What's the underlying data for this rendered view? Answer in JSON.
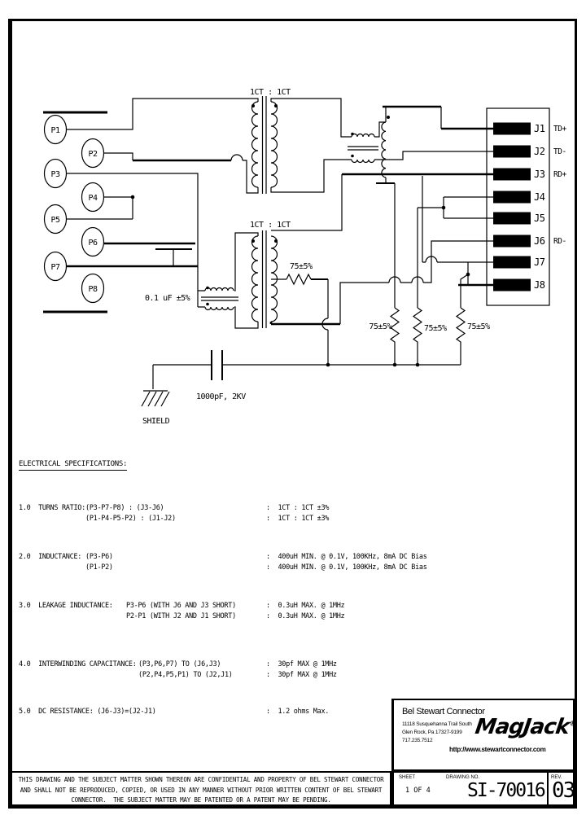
{
  "schematic": {
    "t1_label": "1CT : 1CT",
    "t2_label": "1CT : 1CT",
    "pins": [
      "P1",
      "P2",
      "P3",
      "P4",
      "P5",
      "P6",
      "P7",
      "P8"
    ],
    "jack_pins": [
      {
        "label": "J1",
        "signal": "TD+"
      },
      {
        "label": "J2",
        "signal": "TD-"
      },
      {
        "label": "J3",
        "signal": "RD+"
      },
      {
        "label": "J4",
        "signal": ""
      },
      {
        "label": "J5",
        "signal": ""
      },
      {
        "label": "J6",
        "signal": "RD-"
      },
      {
        "label": "J7",
        "signal": ""
      },
      {
        "label": "J8",
        "signal": ""
      }
    ],
    "components": {
      "cap_primary": "0.1 uF ±5%",
      "cap_shield": "1000pF, 2KV",
      "res_series": "75±5%",
      "res_term_1": "75±5%",
      "res_term_2": "75±5%",
      "res_term_3": "75±5%",
      "shield_label": "SHIELD"
    }
  },
  "specs": {
    "heading": "ELECTRICAL SPECIFICATIONS:",
    "rows": [
      {
        "num": "1.0  TURNS RATIO:",
        "l1": "(P3-P7-P8) : (J3-J6)",
        "l2": "(P1-P4-P5-P2) : (J1-J2)",
        "r1": ":  1CT : 1CT ±3%",
        "r2": ":  1CT : 1CT ±3%"
      },
      {
        "num": "2.0  INDUCTANCE:",
        "l1": "(P3-P6)",
        "l2": "(P1-P2)",
        "r1": ":  400uH MIN. @ 0.1V, 100KHz, 8mA DC Bias",
        "r2": ":  400uH MIN. @ 0.1V, 100KHz, 8mA DC Bias"
      },
      {
        "num": "3.0  LEAKAGE INDUCTANCE:",
        "l1": "P3-P6 (WITH J6 AND J3 SHORT)",
        "l2": "P2-P1 (WITH J2 AND J1 SHORT)",
        "r1": ":  0.3uH MAX. @ 1MHz",
        "r2": ":  0.3uH MAX. @ 1MHz"
      },
      {
        "num": "4.0  INTERWINDING CAPACITANCE:",
        "l1": "(P3,P6,P7) TO (J6,J3)",
        "l2": "(P2,P4,P5,P1) TO (J2,J1)",
        "r1": ":  30pf MAX @ 1MHz",
        "r2": ":  30pf MAX @ 1MHz"
      },
      {
        "num": "5.0  DC RESISTANCE: (J6-J3)=(J2-J1)",
        "l1": "",
        "l2": "",
        "r1": ":  1.2 ohms Max.",
        "r2": ""
      }
    ]
  },
  "disclaimer": {
    "line1": "THIS DRAWING AND THE SUBJECT MATTER SHOWN THEREON ARE CONFIDENTIAL AND PROPERTY OF BEL STEWART CONNECTOR",
    "line2": "AND SHALL NOT BE REPRODUCED, COPIED, OR USED IN ANY MANNER WITHOUT PRIOR WRITTEN CONTENT OF BEL STEWART",
    "line3": "CONNECTOR.  THE SUBJECT MATTER MAY BE PATENTED OR A PATENT MAY BE PENDING."
  },
  "title_block": {
    "company": "Bel Stewart Connector",
    "address1": "11118 Susquehanna Trail South",
    "address2": "Glen Rock, Pa 17327-9199",
    "phone": "717.235.7512",
    "logo": "MagJack",
    "logo_reg": "®",
    "url": "http://www.stewartconnector.com"
  },
  "sheet_block": {
    "sheet_label": "SHEET",
    "sheet_value": "1 OF 4",
    "drawing_label": "DRAWING NO.",
    "drawing_value": "SI-70016",
    "rev_label": "REV.",
    "rev_value": "03"
  }
}
